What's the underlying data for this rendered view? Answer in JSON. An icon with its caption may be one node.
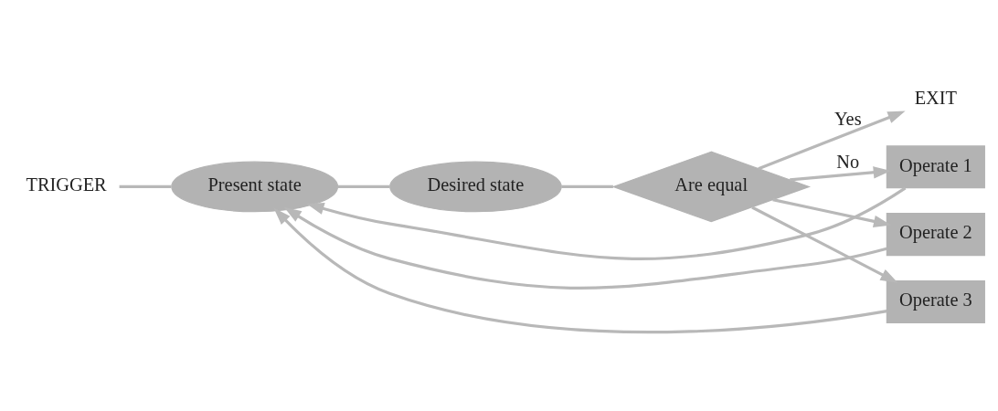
{
  "diagram": {
    "nodes": [
      {
        "text": [
          "TRIGGER"
        ]
      },
      {
        "text": [
          "Present state"
        ]
      },
      {
        "text": [
          "Desired state"
        ]
      },
      {
        "text": [
          "Are equal"
        ]
      },
      {
        "text": [
          "EXIT"
        ]
      },
      {
        "text": [
          "Operate 1"
        ]
      },
      {
        "text": [
          "Operate 2"
        ]
      },
      {
        "text": [
          "Operate 3"
        ]
      }
    ],
    "edges": [
      {
        "from": 0,
        "to": 1,
        "arrow": "none"
      },
      {
        "from": 1,
        "to": 2,
        "arrow": "none"
      },
      {
        "from": 2,
        "to": 3,
        "arrow": "none"
      },
      {
        "from": 3,
        "to": 4,
        "arrow": "to",
        "label": "Yes"
      },
      {
        "from": 3,
        "to": 5,
        "arrow": "to",
        "label": "No"
      },
      {
        "from": 3,
        "to": 6,
        "arrow": "to"
      },
      {
        "from": 3,
        "to": 7,
        "arrow": "to"
      },
      {
        "from": 5,
        "to": 1,
        "arrow": "to"
      },
      {
        "from": 6,
        "to": 1,
        "arrow": "to"
      },
      {
        "from": 7,
        "to": 1,
        "arrow": "to"
      }
    ]
  }
}
